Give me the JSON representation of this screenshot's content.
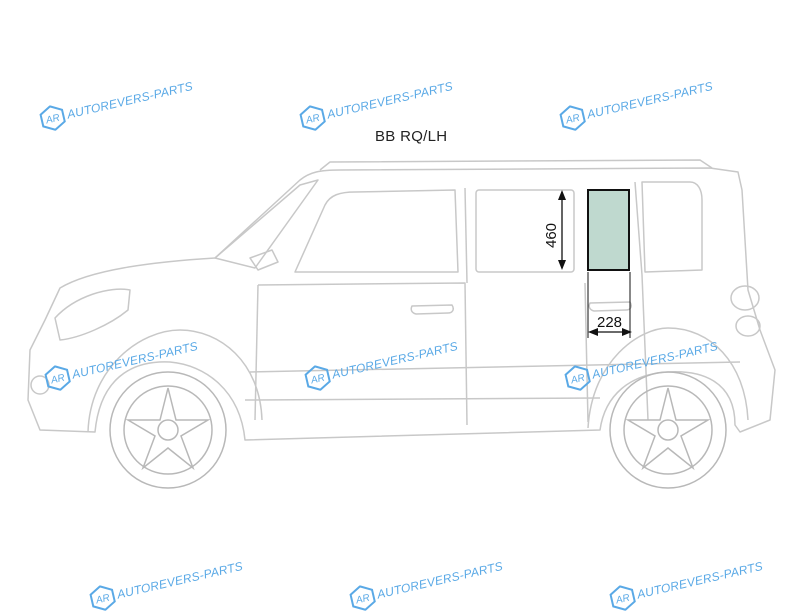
{
  "title": "BB RQ/LH",
  "watermark": {
    "text": "AUTOREVERS-PARTS",
    "logo_letters": "AR",
    "color": "#5aa9e6"
  },
  "dimensions": {
    "height": "460",
    "width": "228"
  },
  "glass_color": "#bfd9cf"
}
